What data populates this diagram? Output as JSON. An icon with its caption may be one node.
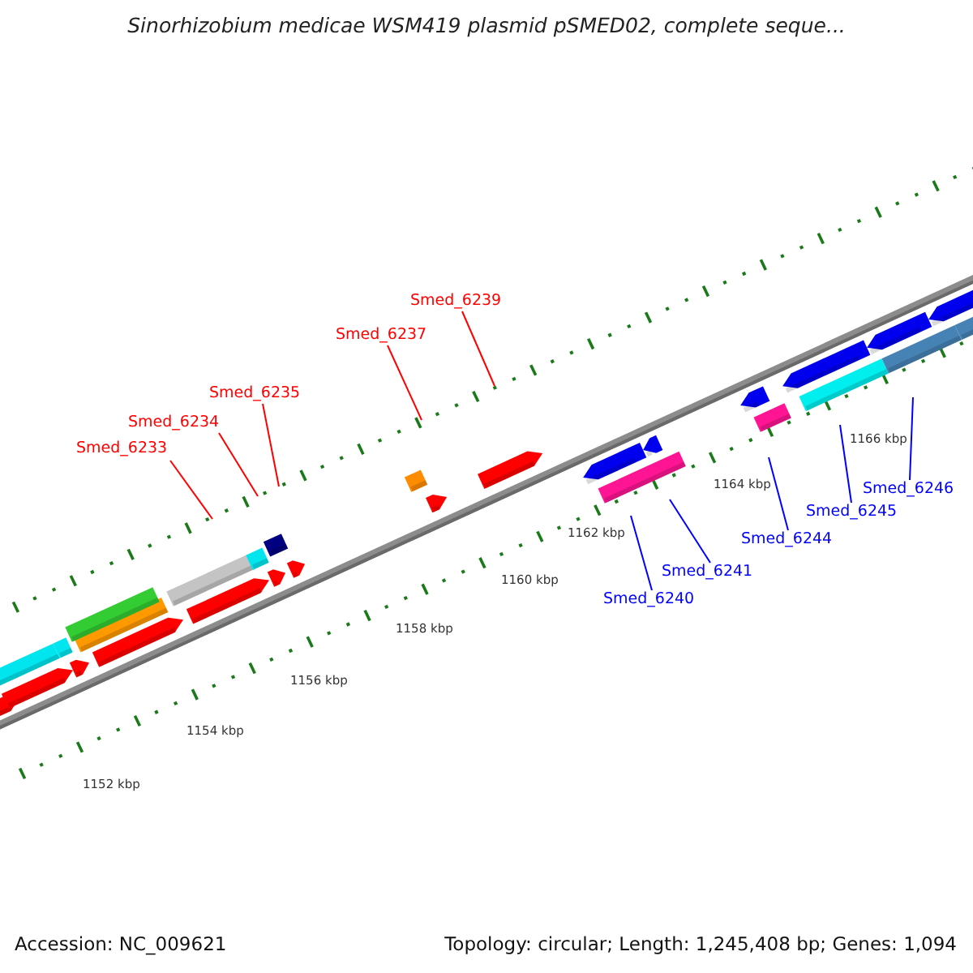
{
  "diagram": {
    "title": "Sinorhizobium medicae WSM419 plasmid pSMED02, complete seque...",
    "nodes": [
      {
        "text": [
          "Smed_6233"
        ]
      },
      {
        "text": [
          "Smed_6234"
        ]
      },
      {
        "text": [
          "Smed_6235"
        ]
      },
      {
        "text": [
          "Smed_6237"
        ]
      },
      {
        "text": [
          "Smed_6239"
        ]
      },
      {
        "text": [
          "Smed_6240"
        ]
      },
      {
        "text": [
          "Smed_6241"
        ]
      },
      {
        "text": [
          "Smed_6244"
        ]
      },
      {
        "text": [
          "Smed_6245"
        ]
      },
      {
        "text": [
          "Smed_6246"
        ]
      }
    ],
    "edges": [
      {
        "from": 0,
        "to": null,
        "arrow": "none",
        "color": "#ff0000"
      },
      {
        "from": 1,
        "to": null,
        "arrow": "none",
        "color": "#ff0000"
      },
      {
        "from": 2,
        "to": null,
        "arrow": "none",
        "color": "#ff0000"
      },
      {
        "from": 3,
        "to": null,
        "arrow": "none",
        "color": "#ff0000"
      },
      {
        "from": 4,
        "to": null,
        "arrow": "none",
        "color": "#ff0000"
      },
      {
        "from": 5,
        "to": null,
        "arrow": "none",
        "color": "#0000ff"
      },
      {
        "from": 6,
        "to": null,
        "arrow": "none",
        "color": "#0000ff"
      },
      {
        "from": 7,
        "to": null,
        "arrow": "none",
        "color": "#0000ff"
      },
      {
        "from": 8,
        "to": null,
        "arrow": "none",
        "color": "#0000ff"
      },
      {
        "from": 9,
        "to": null,
        "arrow": "none",
        "color": "#0000ff"
      }
    ],
    "labels": [
      "1166 kbp",
      "1164 kbp",
      "1162 kbp",
      "1160 kbp",
      "1158 kbp",
      "1156 kbp",
      "1154 kbp",
      "1152 kbp",
      "Accession: NC_009621",
      "Topology: circular; Length: 1,245,408 bp; Genes: 1,094"
    ]
  }
}
